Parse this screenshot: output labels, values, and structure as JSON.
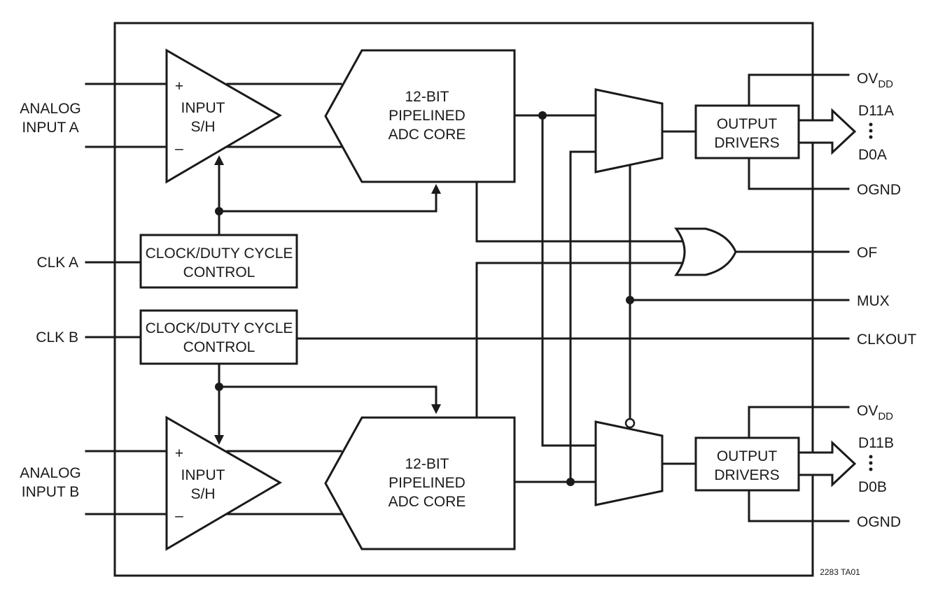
{
  "inputs": {
    "analog_a": [
      "ANALOG",
      "INPUT A"
    ],
    "analog_b": [
      "ANALOG",
      "INPUT B"
    ],
    "clk_a": "CLK A",
    "clk_b": "CLK B"
  },
  "sample_hold": {
    "lines": [
      "INPUT",
      "S/H"
    ],
    "plus": "+",
    "minus": "–"
  },
  "adc_core": {
    "lines": [
      "12-BIT",
      "PIPELINED",
      "ADC CORE"
    ]
  },
  "clock_control": {
    "lines": [
      "CLOCK/DUTY CYCLE",
      "CONTROL"
    ]
  },
  "output_drivers": {
    "lines": [
      "OUTPUT",
      "DRIVERS"
    ]
  },
  "outputs": {
    "ovdd_main": "OV",
    "ovdd_sub": "DD",
    "ognd": "OGND",
    "d11a": "D11A",
    "d0a": "D0A",
    "d11b": "D11B",
    "d0b": "D0B",
    "of": "OF",
    "mux": "MUX",
    "clkout": "CLKOUT"
  },
  "figure_id": "2283 TA01"
}
